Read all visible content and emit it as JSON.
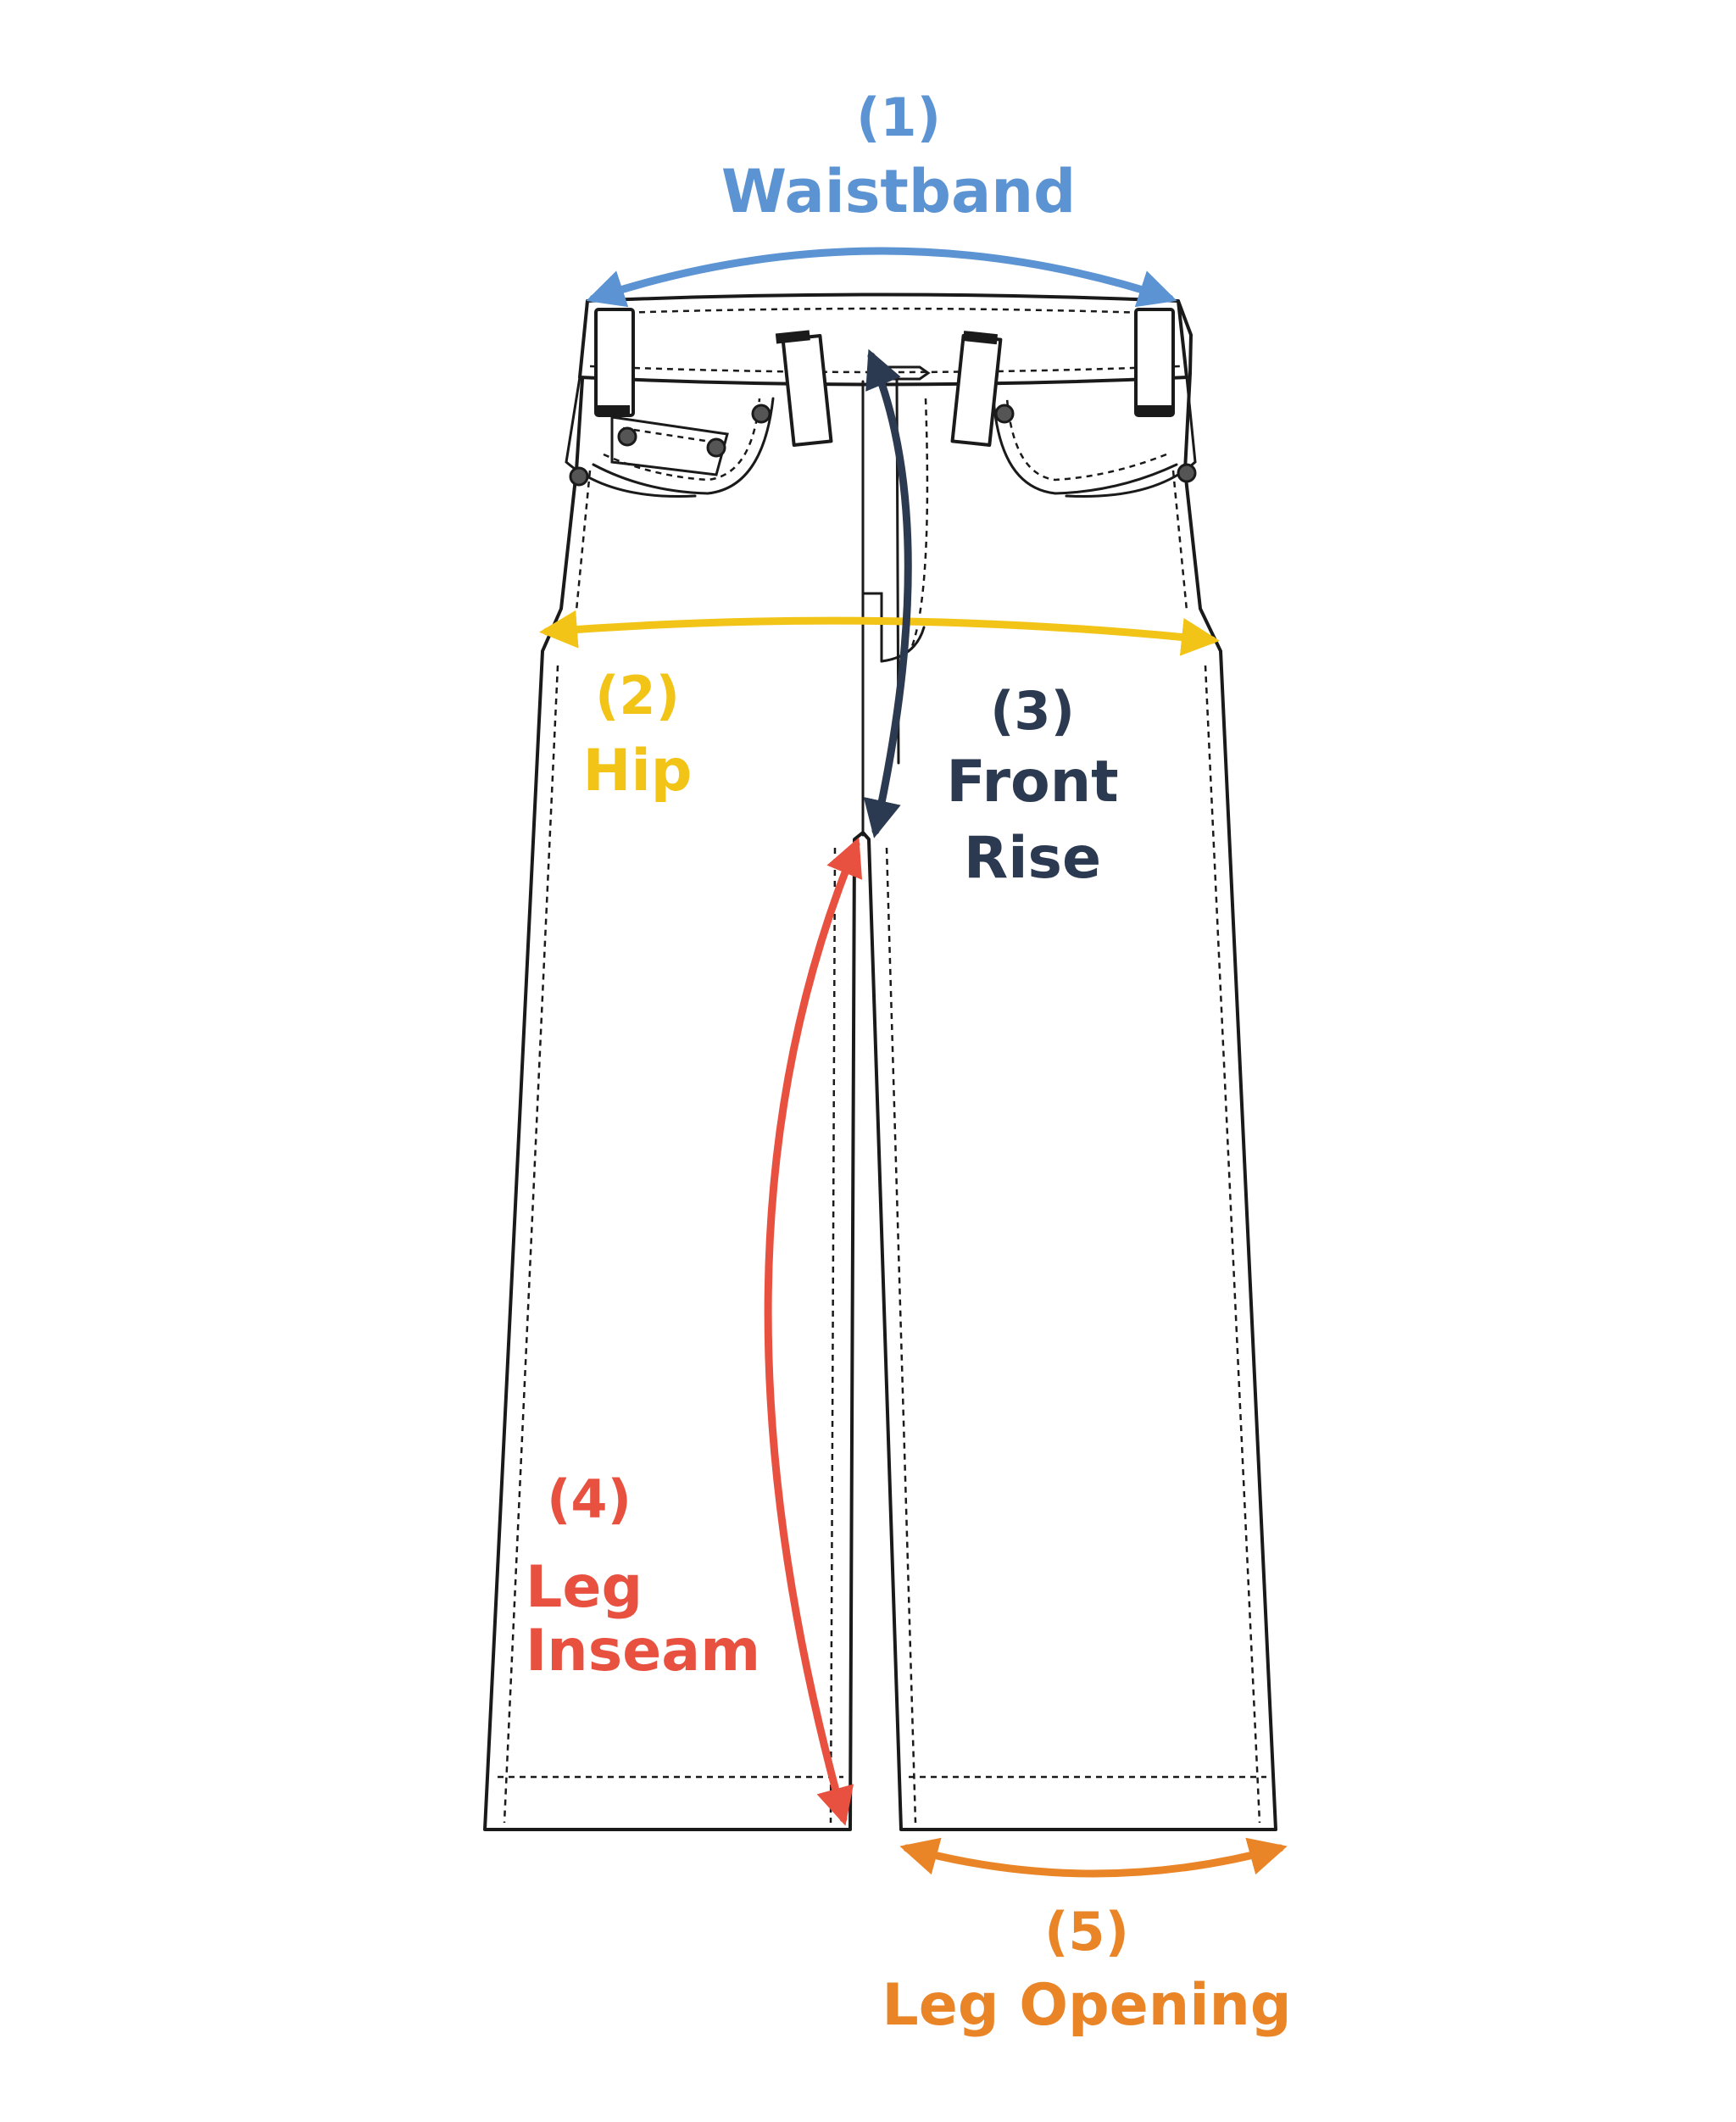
{
  "colors": {
    "waistband": "#5b93d3",
    "hip": "#f2c417",
    "front_rise": "#2b3a50",
    "leg_inseam": "#e8503f",
    "leg_opening": "#ea8527",
    "outline": "#1a1a1a"
  },
  "measurements": [
    {
      "number": "(1)",
      "lines": [
        "Waistband"
      ]
    },
    {
      "number": "(2)",
      "lines": [
        "Hip"
      ]
    },
    {
      "number": "(3)",
      "lines": [
        "Front",
        "Rise"
      ]
    },
    {
      "number": "(4)",
      "lines": [
        "Leg",
        "Inseam"
      ]
    },
    {
      "number": "(5)",
      "lines": [
        "Leg Opening"
      ]
    }
  ]
}
